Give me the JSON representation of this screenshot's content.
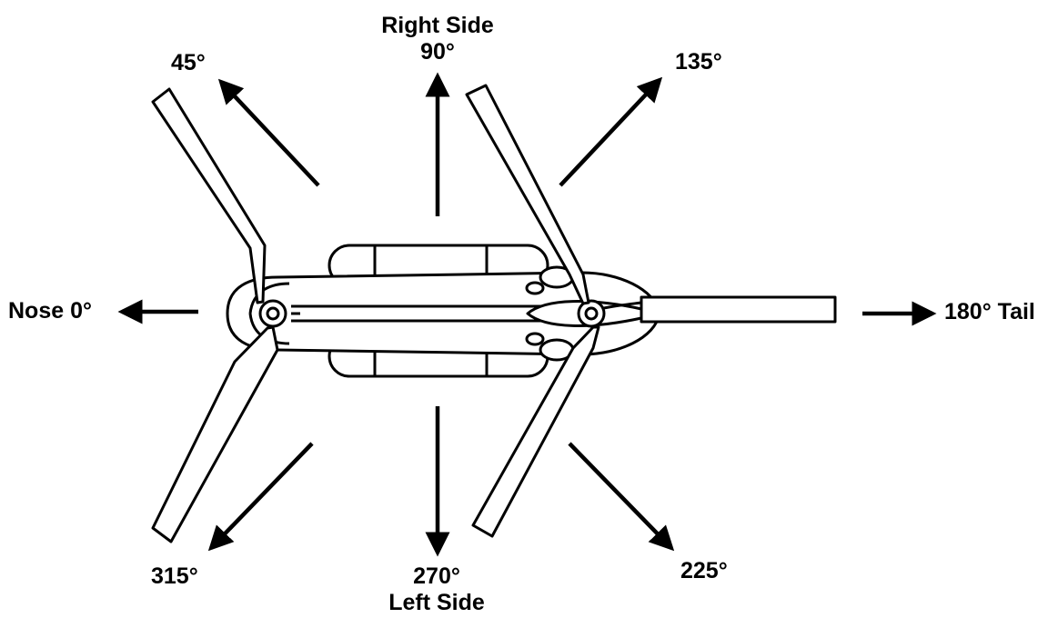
{
  "labels": {
    "right_side": "Right Side",
    "deg_90": "90°",
    "deg_45": "45°",
    "deg_135": "135°",
    "nose": "Nose 0°",
    "tail": "180° Tail",
    "deg_315": "315°",
    "deg_270": "270°",
    "left_side": "Left Side",
    "deg_225": "225°"
  },
  "colors": {
    "ink": "#000000",
    "paper": "#ffffff"
  }
}
